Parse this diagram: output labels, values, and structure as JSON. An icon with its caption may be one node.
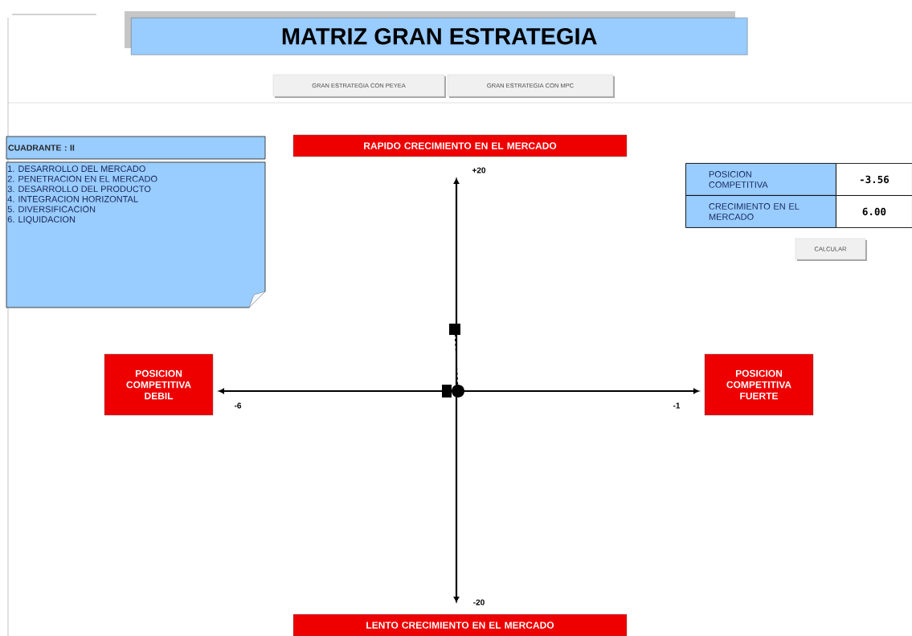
{
  "diagram": {
    "title": "MATRIZ GRAN ESTRATEGIA",
    "nodes": [
      {
        "text": [
          "GRAN ESTRATEGIA CON PEYEA"
        ]
      },
      {
        "text": [
          "GRAN ESTRATEGIA CON MPC"
        ]
      },
      {
        "text": [
          "CUADRANTE : II"
        ]
      },
      {
        "text": [
          "1. DESARROLLO DEL MERCADO",
          "2. PENETRACION EN EL MERCADO",
          "3. DESARROLLO DEL PRODUCTO",
          "4. INTEGRACION HORIZONTAL",
          "5. DIVERSIFICACION",
          "6. LIQUIDACION"
        ]
      },
      {
        "text": [
          "RAPIDO CRECIMIENTO EN EL MERCADO"
        ]
      },
      {
        "text": [
          "CALCULAR"
        ]
      },
      {
        "text": [],
        "shape": "box"
      },
      {
        "text": [
          "POSICION COMPETITIVA DEBIL"
        ]
      },
      {
        "text": [],
        "shape": "circle"
      },
      {
        "text": [
          "POSICION COMPETITIVA FUERTE"
        ]
      },
      {
        "text": [
          "LENTO CRECIMIENTO EN EL MERCADO"
        ]
      }
    ],
    "edges": [
      {
        "from": 8,
        "to": 6,
        "arrow": "none",
        "style": "dashed"
      }
    ],
    "labels": [
      "+20",
      "POSICION COMPETITIVA",
      "-3.56",
      "CRECIMIENTO EN EL MERCADO",
      "6.00",
      "-6",
      "-1",
      "-20"
    ]
  }
}
